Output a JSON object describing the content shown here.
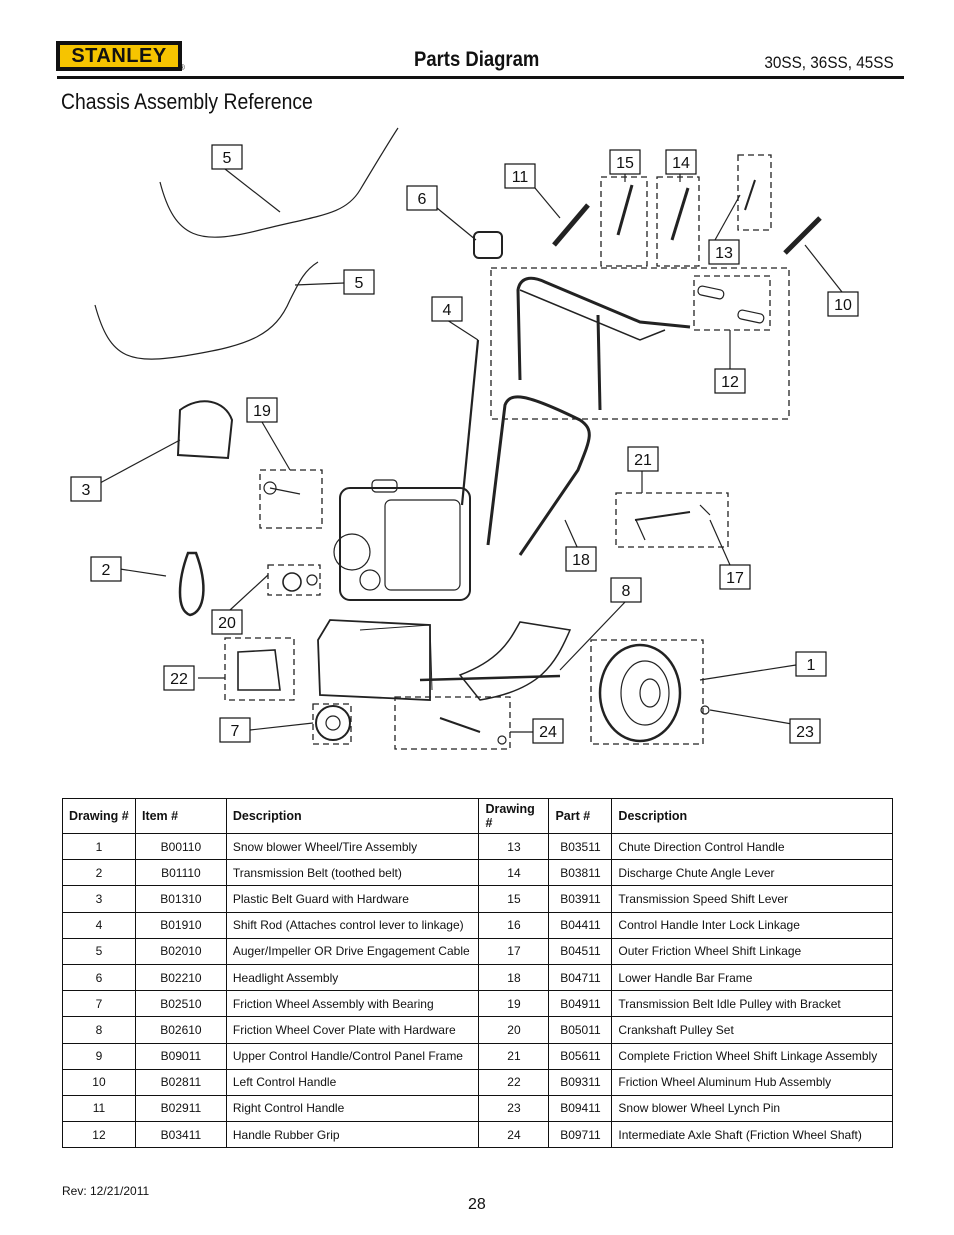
{
  "header": {
    "brand": "STANLEY",
    "brand_mark": "®",
    "title": "Parts Diagram",
    "models": "30SS, 36SS, 45SS"
  },
  "section_title": "Chassis Assembly Reference",
  "diagram": {
    "callouts": [
      "5",
      "5",
      "6",
      "4",
      "11",
      "15",
      "14",
      "13",
      "10",
      "12",
      "19",
      "3",
      "2",
      "20",
      "21",
      "18",
      "17",
      "8",
      "1",
      "22",
      "7",
      "24",
      "23"
    ]
  },
  "table": {
    "headers": [
      "Drawing #",
      "Item #",
      "Description",
      "Drawing #",
      "Part #",
      "Description"
    ],
    "rows": [
      [
        "1",
        "B00110",
        "Snow blower Wheel/Tire Assembly",
        "13",
        "B03511",
        "Chute Direction Control Handle"
      ],
      [
        "2",
        "B01110",
        "Transmission Belt (toothed belt)",
        "14",
        "B03811",
        "Discharge Chute Angle Lever"
      ],
      [
        "3",
        "B01310",
        "Plastic Belt Guard with Hardware",
        "15",
        "B03911",
        "Transmission Speed Shift Lever"
      ],
      [
        "4",
        "B01910",
        "Shift Rod (Attaches control lever to linkage)",
        "16",
        "B04411",
        "Control Handle Inter Lock Linkage"
      ],
      [
        "5",
        "B02010",
        "Auger/Impeller OR Drive Engagement Cable",
        "17",
        "B04511",
        "Outer Friction Wheel Shift Linkage"
      ],
      [
        "6",
        "B02210",
        "Headlight Assembly",
        "18",
        "B04711",
        "Lower Handle Bar Frame"
      ],
      [
        "7",
        "B02510",
        "Friction Wheel Assembly with Bearing",
        "19",
        "B04911",
        "Transmission Belt Idle Pulley with Bracket"
      ],
      [
        "8",
        "B02610",
        "Friction Wheel Cover Plate with Hardware",
        "20",
        "B05011",
        "Crankshaft Pulley Set"
      ],
      [
        "9",
        "B09011",
        "Upper Control Handle/Control Panel Frame",
        "21",
        "B05611",
        "Complete Friction Wheel Shift Linkage Assembly"
      ],
      [
        "10",
        "B02811",
        "Left Control Handle",
        "22",
        "B09311",
        "Friction Wheel Aluminum Hub Assembly"
      ],
      [
        "11",
        "B02911",
        "Right Control Handle",
        "23",
        "B09411",
        "Snow blower Wheel Lynch Pin"
      ],
      [
        "12",
        "B03411",
        "Handle Rubber Grip",
        "24",
        "B09711",
        "Intermediate Axle Shaft (Friction Wheel Shaft)"
      ]
    ]
  },
  "footer": {
    "revision": "Rev: 12/21/2011",
    "page_number": "28"
  }
}
